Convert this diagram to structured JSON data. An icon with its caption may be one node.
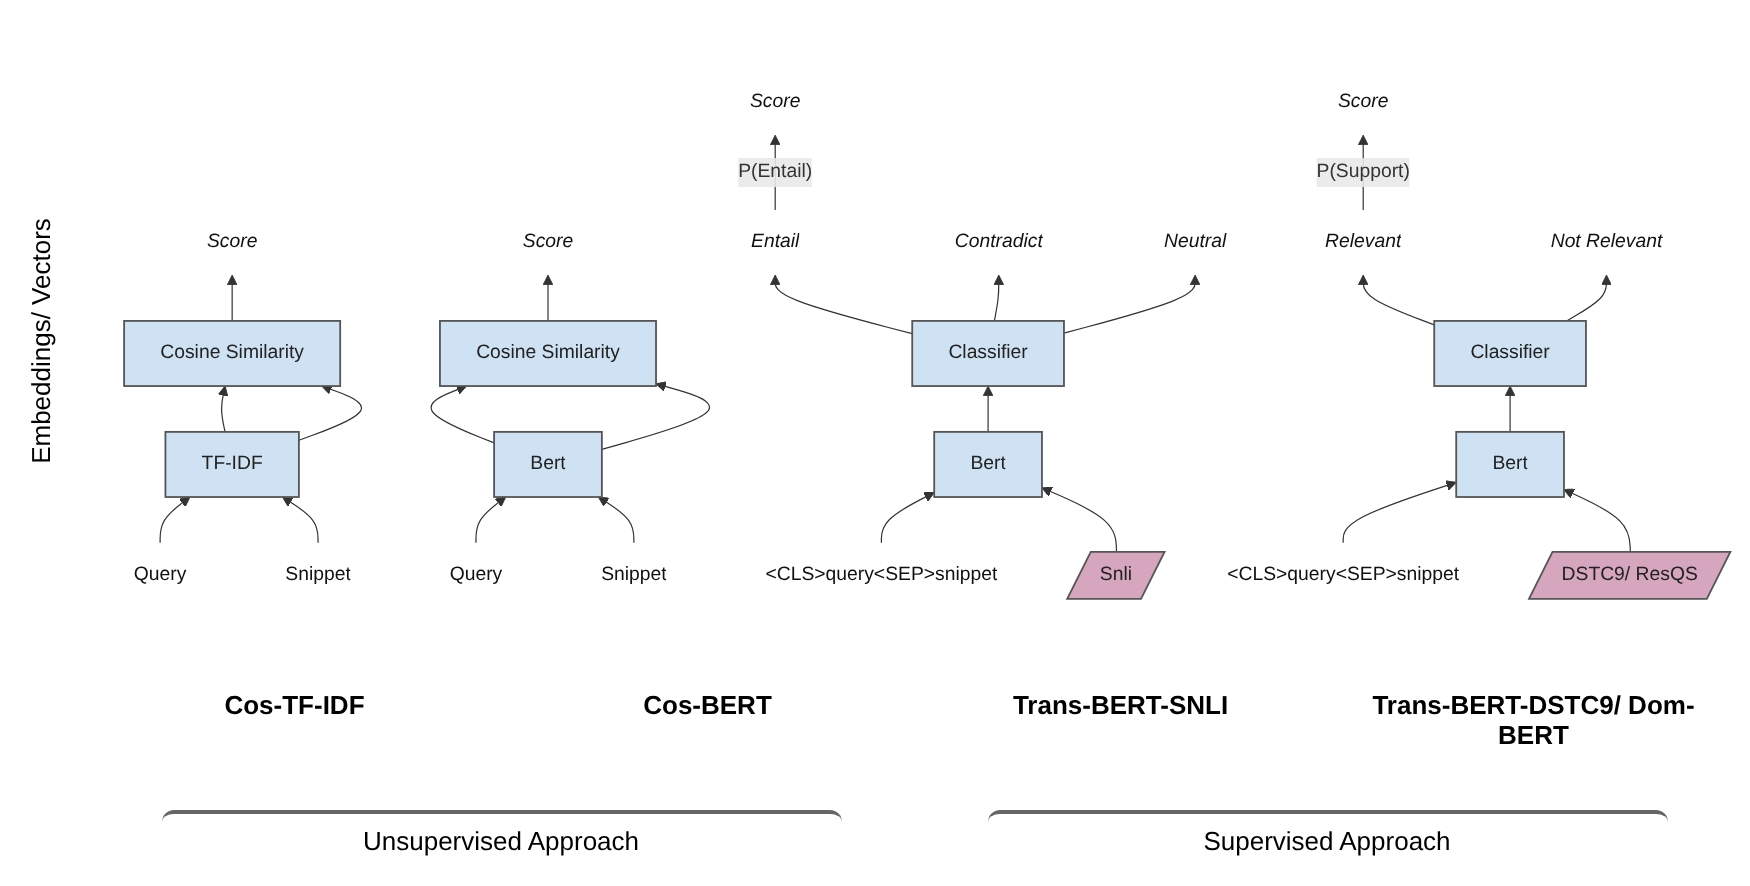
{
  "diagram": {
    "nodes": [
      {
        "text": [
          "Score"
        ]
      },
      {
        "text": [
          "Cosine Similarity"
        ]
      },
      {
        "text": [
          "TF-IDF"
        ]
      },
      {
        "text": [
          "Query"
        ]
      },
      {
        "text": [
          "Snippet"
        ]
      },
      {
        "text": [
          "Score"
        ]
      },
      {
        "text": [
          "Cosine Similarity"
        ]
      },
      {
        "text": [
          "Bert"
        ]
      },
      {
        "text": [
          "Query"
        ]
      },
      {
        "text": [
          "Snippet"
        ]
      },
      {
        "text": [
          "Score"
        ]
      },
      {
        "text": [
          "Entail"
        ]
      },
      {
        "text": [
          "Contradict"
        ]
      },
      {
        "text": [
          "Neutral"
        ]
      },
      {
        "text": [
          "Classifier"
        ]
      },
      {
        "text": [
          "Bert"
        ]
      },
      {
        "text": [
          "Snli"
        ]
      },
      {
        "text": [
          "<CLS>query<SEP>snippet"
        ]
      },
      {
        "text": [
          "Score"
        ]
      },
      {
        "text": [
          "Relevant"
        ]
      },
      {
        "text": [
          "Not Relevant"
        ]
      },
      {
        "text": [
          "Classifier"
        ]
      },
      {
        "text": [
          "Bert"
        ]
      },
      {
        "text": [
          "DSTC9/ ResQS"
        ]
      },
      {
        "text": [
          "<CLS>query<SEP>snippet"
        ]
      }
    ],
    "edges": [
      {
        "from": 3,
        "to": 2,
        "arrow": "to"
      },
      {
        "from": 4,
        "to": 2,
        "arrow": "to"
      },
      {
        "from": 2,
        "to": 1,
        "arrow": "to"
      },
      {
        "from": 2,
        "to": 1,
        "arrow": "to"
      },
      {
        "from": 1,
        "to": 0,
        "arrow": "to"
      },
      {
        "from": 8,
        "to": 7,
        "arrow": "to"
      },
      {
        "from": 9,
        "to": 7,
        "arrow": "to"
      },
      {
        "from": 7,
        "to": 6,
        "arrow": "to"
      },
      {
        "from": 7,
        "to": 6,
        "arrow": "to"
      },
      {
        "from": 6,
        "to": 5,
        "arrow": "to"
      },
      {
        "from": 17,
        "to": 15,
        "arrow": "to"
      },
      {
        "from": 16,
        "to": 15,
        "arrow": "to"
      },
      {
        "from": 15,
        "to": 14,
        "arrow": "to"
      },
      {
        "from": 14,
        "to": 11,
        "arrow": "to"
      },
      {
        "from": 14,
        "to": 12,
        "arrow": "to"
      },
      {
        "from": 14,
        "to": 13,
        "arrow": "to"
      },
      {
        "from": 11,
        "to": 10,
        "arrow": "to",
        "label": "P(Entail)"
      },
      {
        "from": 24,
        "to": 22,
        "arrow": "to"
      },
      {
        "from": 23,
        "to": 22,
        "arrow": "to"
      },
      {
        "from": 22,
        "to": 21,
        "arrow": "to"
      },
      {
        "from": 21,
        "to": 19,
        "arrow": "to"
      },
      {
        "from": 21,
        "to": 20,
        "arrow": "to"
      },
      {
        "from": 19,
        "to": 18,
        "arrow": "to",
        "label": "P(Support)"
      }
    ],
    "labels": [
      "Embeddings/ Vectors",
      "Cos-TF-IDF",
      "Cos-BERT",
      "Trans-BERT-SNLI",
      "Trans-BERT-DSTC9/ Dom-BERT",
      "Unsupervised Approach",
      "Supervised Approach"
    ]
  }
}
